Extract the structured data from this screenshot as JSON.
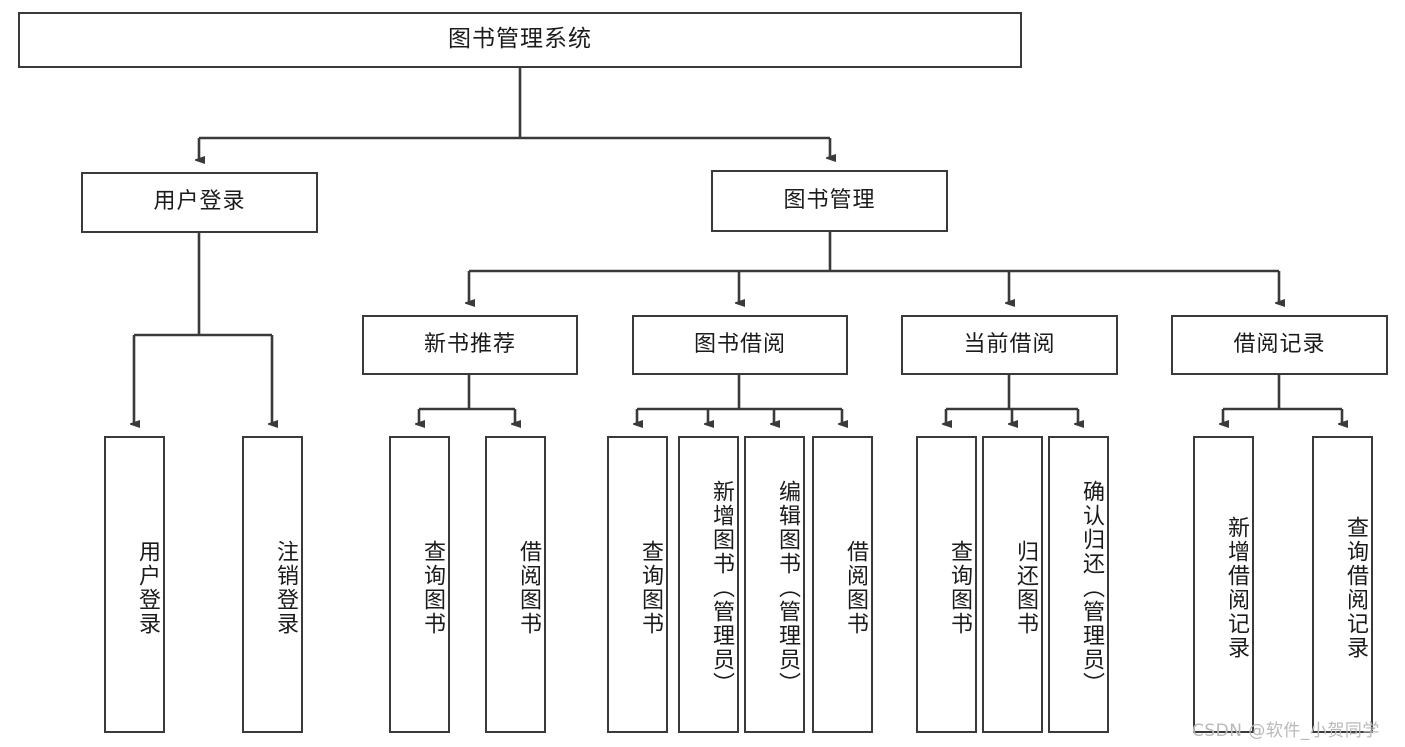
{
  "diagram": {
    "title": "图书管理系统",
    "type": "tree-hierarchy-diagram",
    "watermark": "CSDN @软件_小贺同学",
    "colors": {
      "box_border": "#3a3a3a",
      "box_fill": "#ffffff",
      "connector": "#3a3a3a",
      "text": "#1b1b1b",
      "watermark": "#b9b9b9"
    },
    "root": {
      "label": "图书管理系统"
    },
    "level2": [
      {
        "id": "user-login",
        "label": "用户登录"
      },
      {
        "id": "book-management",
        "label": "图书管理"
      }
    ],
    "level3": [
      {
        "id": "new-book-recommend",
        "label": "新书推荐"
      },
      {
        "id": "book-borrow",
        "label": "图书借阅"
      },
      {
        "id": "current-borrow",
        "label": "当前借阅"
      },
      {
        "id": "borrow-record",
        "label": "借阅记录"
      }
    ],
    "leaves": {
      "user_login": [
        {
          "id": "leaf-user-login",
          "label": "用户登录"
        },
        {
          "id": "leaf-logout-login",
          "label": "注销登录"
        }
      ],
      "new_book_recommend": [
        {
          "id": "leaf-query-book-1",
          "label": "查询图书"
        },
        {
          "id": "leaf-borrow-book-1",
          "label": "借阅图书"
        }
      ],
      "book_borrow": [
        {
          "id": "leaf-query-book-2",
          "label": "查询图书"
        },
        {
          "id": "leaf-add-book",
          "label": "新增图书（管理员）"
        },
        {
          "id": "leaf-edit-book",
          "label": "编辑图书（管理员）"
        },
        {
          "id": "leaf-borrow-book-2",
          "label": "借阅图书"
        }
      ],
      "current_borrow": [
        {
          "id": "leaf-query-book-3",
          "label": "查询图书"
        },
        {
          "id": "leaf-return-book",
          "label": "归还图书"
        },
        {
          "id": "leaf-confirm-return",
          "label": "确认归还（管理员）"
        }
      ],
      "borrow_record": [
        {
          "id": "leaf-add-record",
          "label": "新增借阅记录"
        },
        {
          "id": "leaf-query-record",
          "label": "查询借阅记录"
        }
      ]
    }
  }
}
